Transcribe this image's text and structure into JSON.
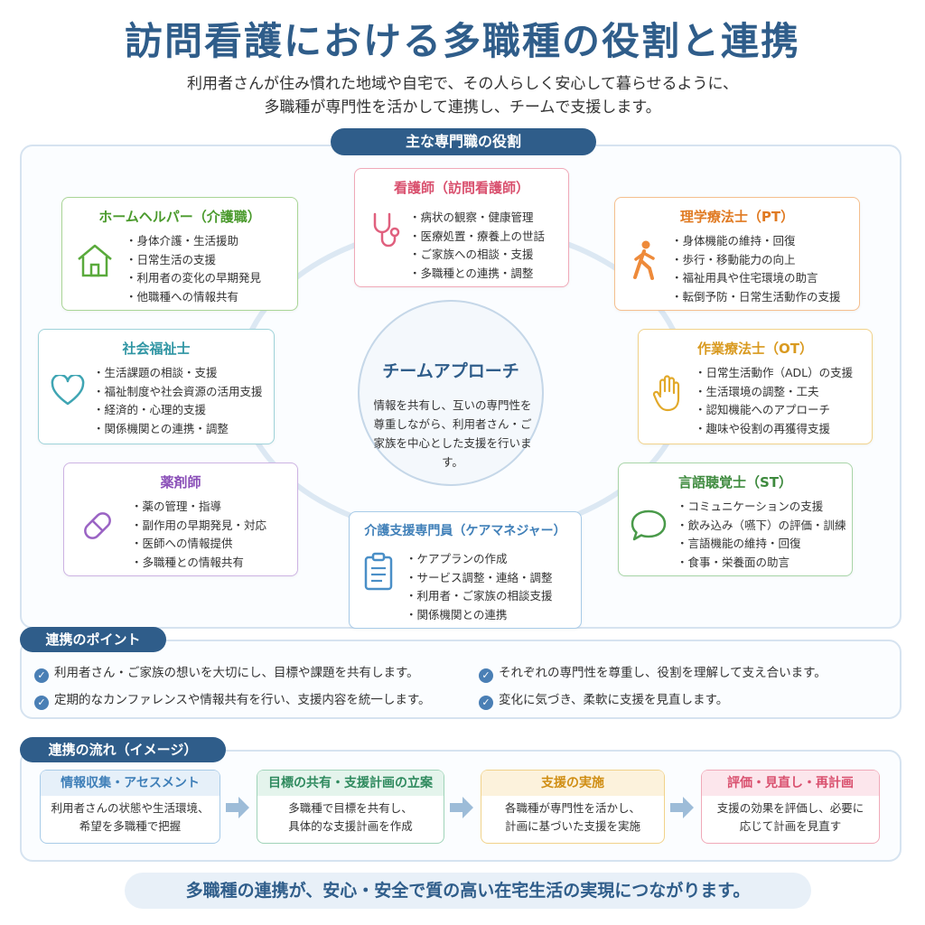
{
  "header": {
    "title": "訪問看護における多職種の役割と連携",
    "subtitle_line1": "利用者さんが住み慣れた地域や自宅で、その人らしく安心して暮らせるように、",
    "subtitle_line2": "多職種が専門性を活かして連携し、チームで支援します。"
  },
  "roles_section": {
    "label": "主な専門職の役割",
    "center": {
      "title": "チームアプローチ",
      "text": "情報を共有し、互いの専門性を尊重しながら、利用者さん・ご家族を中心とした支援を行います。"
    },
    "cards": {
      "nurse": {
        "title": "看護師（訪問看護師）",
        "icon": "stethoscope-icon",
        "color": "#e0607e",
        "items": [
          "・病状の観察・健康管理",
          "・医療処置・療養上の世話",
          "・ご家族への相談・支援",
          "・多職種との連携・調整"
        ]
      },
      "helper": {
        "title": "ホームヘルパー（介護職）",
        "icon": "house-icon",
        "color": "#5aaa3c",
        "items": [
          "・身体介護・生活援助",
          "・日常生活の支援",
          "・利用者の変化の早期発見",
          "・他職種への情報共有"
        ]
      },
      "pt": {
        "title": "理学療法士（PT）",
        "icon": "walking-person-icon",
        "color": "#ee8a3a",
        "items": [
          "・身体機能の維持・回復",
          "・歩行・移動能力の向上",
          "・福祉用具や住宅環境の助言",
          "・転倒予防・日常生活動作の支援"
        ]
      },
      "social": {
        "title": "社会福祉士",
        "icon": "heart-icon",
        "color": "#3fa5b3",
        "items": [
          "・生活課題の相談・支援",
          "・福祉制度や社会資源の活用支援",
          "・経済的・心理的支援",
          "・関係機関との連携・調整"
        ]
      },
      "ot": {
        "title": "作業療法士（OT）",
        "icon": "hand-icon",
        "color": "#e2a92a",
        "items": [
          "・日常生活動作（ADL）の支援",
          "・生活環境の調整・工夫",
          "・認知機能へのアプローチ",
          "・趣味や役割の再獲得支援"
        ]
      },
      "pharmacist": {
        "title": "薬剤師",
        "icon": "capsule-icon",
        "color": "#9a63c4",
        "items": [
          "・薬の管理・指導",
          "・副作用の早期発見・対応",
          "・医師への情報提供",
          "・多職種との情報共有"
        ]
      },
      "caremanager": {
        "title": "介護支援専門員（ケアマネジャー）",
        "icon": "clipboard-icon",
        "color": "#4a8fc7",
        "items": [
          "・ケアプランの作成",
          "・サービス調整・連絡・調整",
          "・利用者・ご家族の相談支援",
          "・関係機関との連携"
        ]
      },
      "st": {
        "title": "言語聴覚士（ST）",
        "icon": "speech-bubble-icon",
        "color": "#4a9a4a",
        "items": [
          "・コミュニケーションの支援",
          "・飲み込み（嚥下）の評価・訓練",
          "・言語機能の維持・回復",
          "・食事・栄養面の助言"
        ]
      }
    }
  },
  "points_section": {
    "label": "連携のポイント",
    "items": [
      "利用者さん・ご家族の想いを大切にし、目標や課題を共有します。",
      "それぞれの専門性を尊重し、役割を理解して支え合います。",
      "定期的なカンファレンスや情報共有を行い、支援内容を統一します。",
      "変化に気づき、柔軟に支援を見直します。"
    ]
  },
  "flow_section": {
    "label": "連携の流れ（イメージ）",
    "steps": [
      {
        "title": "情報収集・アセスメント",
        "line1": "利用者さんの状態や生活環境、",
        "line2": "希望を多職種で把握",
        "color": "#3f7fb8",
        "bg": "#e6f0f9"
      },
      {
        "title": "目標の共有・支援計画の立案",
        "line1": "多職種で目標を共有し、",
        "line2": "具体的な支援計画を作成",
        "color": "#3e9a6e",
        "bg": "#e4f4ec"
      },
      {
        "title": "支援の実施",
        "line1": "各職種が専門性を活かし、",
        "line2": "計画に基づいた支援を実施",
        "color": "#d99a20",
        "bg": "#fcf2dc"
      },
      {
        "title": "評価・見直し・再計画",
        "line1": "支援の効果を評価し、必要に",
        "line2": "応じて計画を見直す",
        "color": "#d9506e",
        "bg": "#fce6ec"
      }
    ]
  },
  "footer": {
    "text": "多職種の連携が、安心・安全で質の高い在宅生活の実現につながります。"
  }
}
